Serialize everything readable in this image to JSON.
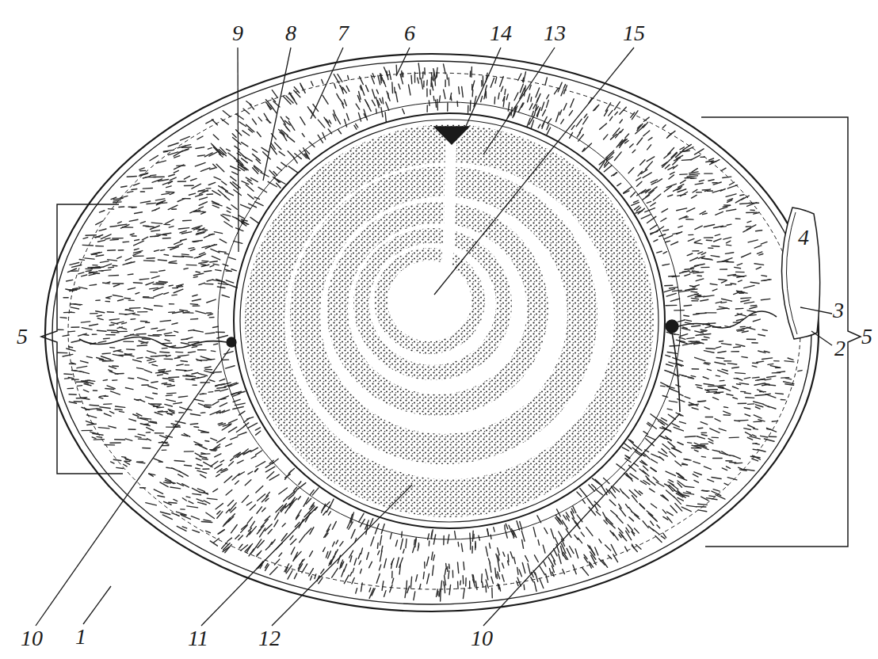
{
  "diagram": {
    "labels": [
      "9",
      "8",
      "7",
      "6",
      "14",
      "13",
      "15",
      "5",
      "4",
      "3",
      "2",
      "5",
      "10",
      "1",
      "11",
      "12",
      "10"
    ]
  }
}
